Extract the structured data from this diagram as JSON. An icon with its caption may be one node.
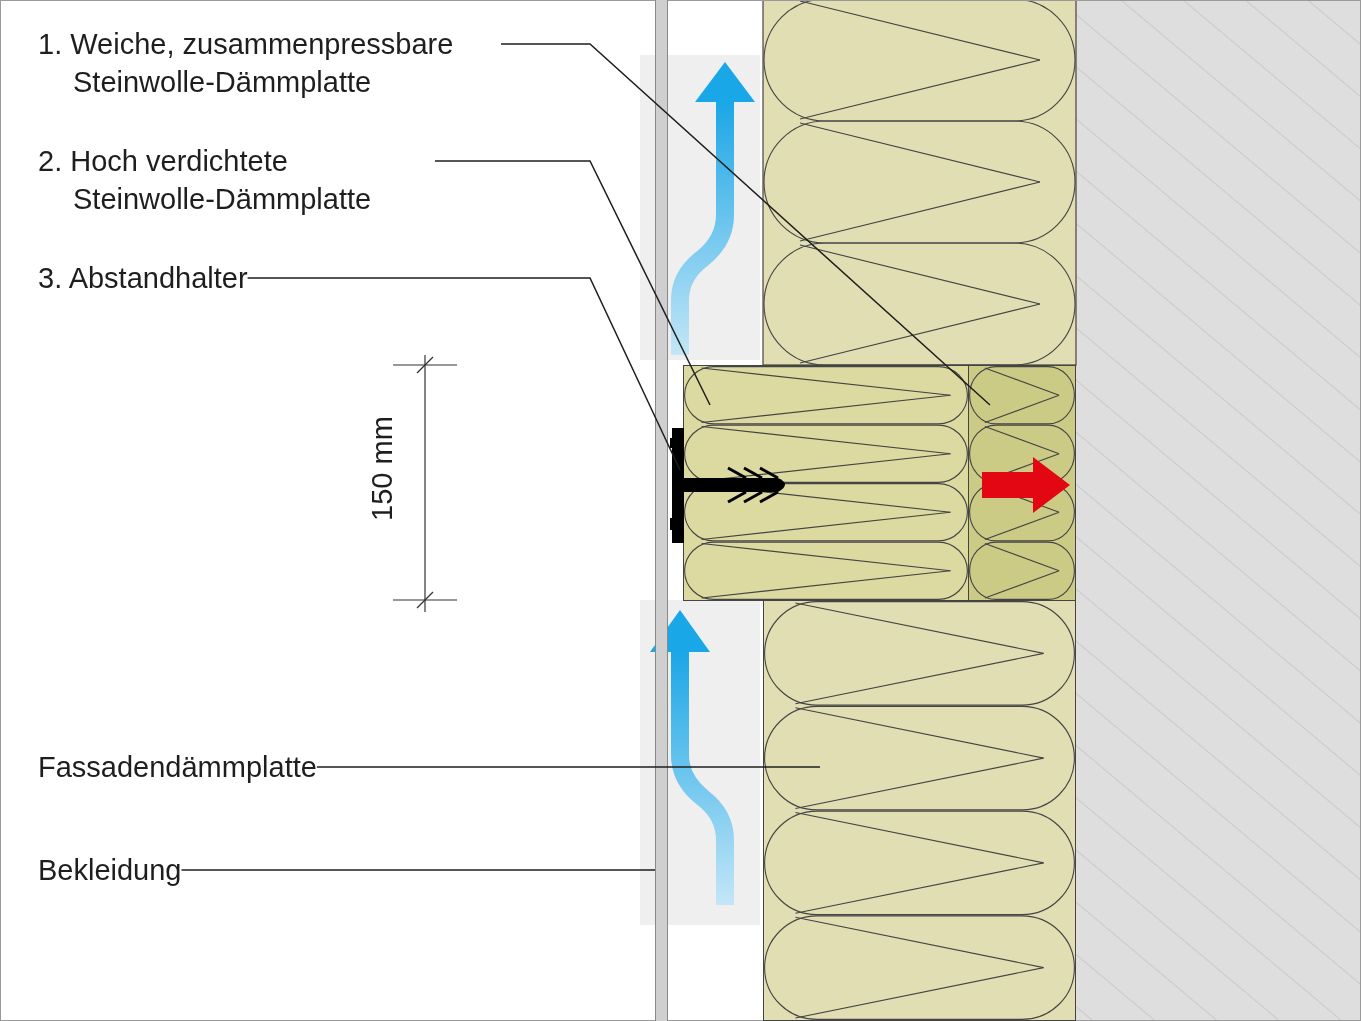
{
  "diagram": {
    "nodes": [
      {
        "text": [
          "1. Weiche, zusammenpressbare Steinwolle-Dämmplatte"
        ]
      },
      {
        "text": [
          "2. Hoch verdichtete Steinwolle-Dämmplatte"
        ]
      },
      {
        "text": [
          "3. Abstandhalter"
        ]
      },
      {
        "text": [
          "Fassadendämmplatte"
        ]
      },
      {
        "text": [
          "Bekleidung"
        ]
      },
      {
        "text": [],
        "shape": "box"
      },
      {
        "text": [],
        "shape": "box"
      },
      {
        "text": [],
        "shape": "picture"
      },
      {
        "text": [],
        "shape": "box"
      },
      {
        "text": [],
        "shape": "bar"
      }
    ],
    "edges": [
      {
        "from": 0,
        "to": 5,
        "arrow": "none"
      },
      {
        "from": 1,
        "to": 6,
        "arrow": "none"
      },
      {
        "from": 2,
        "to": 7,
        "arrow": "none"
      },
      {
        "from": 3,
        "to": 8,
        "arrow": "none"
      },
      {
        "from": 4,
        "to": 9,
        "arrow": "none"
      }
    ],
    "labels": [
      "150 mm"
    ]
  }
}
